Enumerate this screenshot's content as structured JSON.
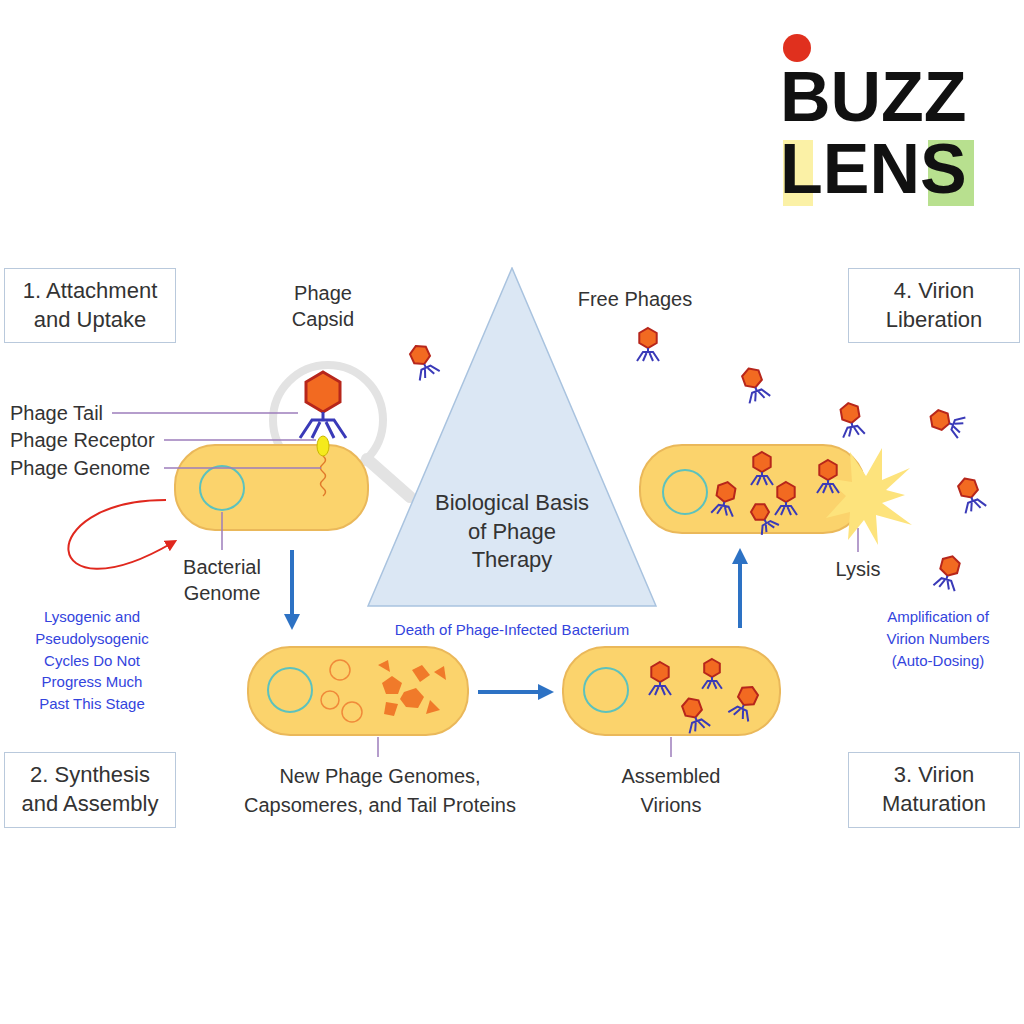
{
  "diagram": {
    "nodes": [
      {
        "text": [
          "1. Attachment and Uptake"
        ]
      },
      {
        "text": [
          "4. Virion Liberation"
        ]
      },
      {
        "text": [
          "Biological Basis of Phage Therapy"
        ]
      },
      {
        "text": [
          "2. Synthesis and Assembly"
        ]
      },
      {
        "text": [
          "3. Virion Maturation"
        ]
      }
    ],
    "labels": [
      "BUZZ",
      "LENS",
      "Phage Capsid",
      "Free Phages",
      "Phage Tail",
      "Phage Receptor",
      "Phage Genome",
      "Bacterial Genome",
      "Lysis",
      "Lysogenic and Pseudolysogenic Cycles Do Not Progress Much Past This Stage",
      "Amplification of Virion Numbers (Auto-Dosing)",
      "Death of Phage-Infected Bacterium",
      "New Phage Genomes, Capsomeres, and Tail Proteins",
      "Assembled Virions"
    ]
  }
}
